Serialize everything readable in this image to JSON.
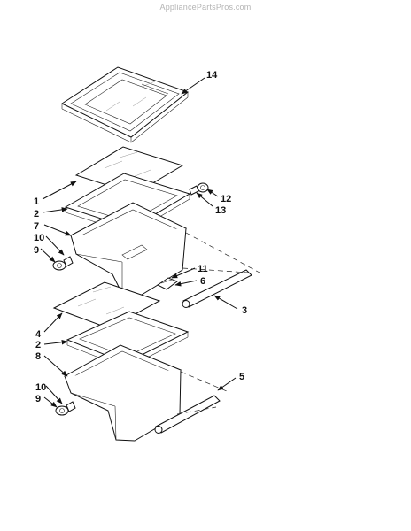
{
  "watermark": "AppliancePartsPros.com",
  "callouts": {
    "c14": "14",
    "c12": "12",
    "c13": "13",
    "c1": "1",
    "c2a": "2",
    "c7": "7",
    "c10a": "10",
    "c9a": "9",
    "c11": "11",
    "c6": "6",
    "c3": "3",
    "c4": "4",
    "c2b": "2",
    "c8": "8",
    "c5": "5",
    "c10b": "10",
    "c9b": "9"
  }
}
